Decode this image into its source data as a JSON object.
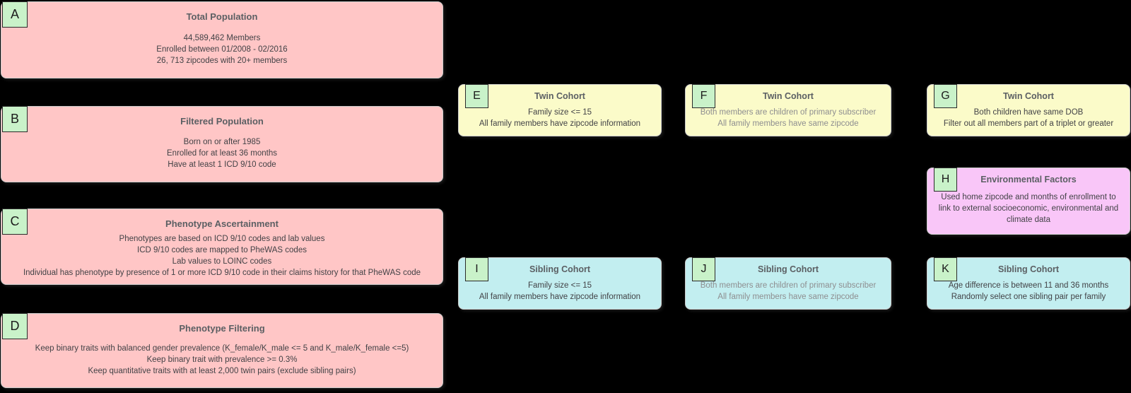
{
  "diagram": {
    "background": "#000000",
    "palette": {
      "population_fill": "#ffc6c6",
      "twin_fill": "#fbfbc9",
      "sibling_fill": "#c2eef0",
      "environment_fill": "#f9c6f8",
      "badge_fill": "#c9f2c9",
      "badge_border": "#2a2a2a",
      "border": "#cccccc",
      "title_text": "#5b5f63",
      "body_text": "#424246",
      "muted_text": "#8e8e90"
    },
    "boxes": [
      {
        "id": "A",
        "label": "A",
        "variant": "population",
        "title": "Total Population",
        "lines": [
          "44,589,462 Members",
          "Enrolled between 01/2008 - 02/2016",
          "26, 713 zipcodes with 20+ members"
        ],
        "muted": false
      },
      {
        "id": "B",
        "label": "B",
        "variant": "population",
        "title": "Filtered Population",
        "lines": [
          "Born on or after 1985",
          "Enrolled for at least 36 months",
          "Have at least 1 ICD 9/10 code"
        ],
        "muted": false
      },
      {
        "id": "C",
        "label": "C",
        "variant": "population",
        "title": "Phenotype Ascertainment",
        "lines": [
          "Phenotypes are based on ICD 9/10 codes and lab values",
          "ICD 9/10 codes are mapped to PheWAS codes",
          "Lab values to LOINC codes",
          "Individual has phenotype by presence of 1 or more ICD 9/10 code in their claims history for that PheWAS code"
        ],
        "muted": false
      },
      {
        "id": "D",
        "label": "D",
        "variant": "population",
        "title": "Phenotype Filtering",
        "lines": [
          "Keep binary traits with balanced gender prevalence (K_female/K_male <= 5 and K_male/K_female <=5)",
          "Keep binary trait with prevalence >= 0.3%",
          "Keep quantitative traits with at least 2,000 twin pairs (exclude sibling pairs)"
        ],
        "muted": false
      },
      {
        "id": "E",
        "label": "E",
        "variant": "twin",
        "title": "Twin Cohort",
        "lines": [
          "Family size <= 15",
          "All family members have zipcode information"
        ],
        "muted": false
      },
      {
        "id": "F",
        "label": "F",
        "variant": "twin",
        "title": "Twin Cohort",
        "lines": [
          "Both members are children of primary subscriber",
          "All family members have same zipcode"
        ],
        "muted": true
      },
      {
        "id": "G",
        "label": "G",
        "variant": "twin",
        "title": "Twin Cohort",
        "lines": [
          "Both children have same DOB",
          "Filter out all members part of a triplet or greater"
        ],
        "muted": false
      },
      {
        "id": "H",
        "label": "H",
        "variant": "environment",
        "title": "Environmental Factors",
        "lines": [
          "Used home zipcode and months of enrollment to link to external socioeconomic, environmental and climate data"
        ],
        "muted": false
      },
      {
        "id": "I",
        "label": "I",
        "variant": "sibling",
        "title": "Sibling Cohort",
        "lines": [
          "Family size <= 15",
          "All family members have zipcode information"
        ],
        "muted": false
      },
      {
        "id": "J",
        "label": "J",
        "variant": "sibling",
        "title": "Sibling Cohort",
        "lines": [
          "Both members are children of primary subscriber",
          "All family members have same zipcode"
        ],
        "muted": true
      },
      {
        "id": "K",
        "label": "K",
        "variant": "sibling",
        "title": "Sibling Cohort",
        "lines": [
          "Age difference is between 11 and 36 months",
          "Randomly select one sibling pair per family"
        ],
        "muted": false
      }
    ]
  }
}
